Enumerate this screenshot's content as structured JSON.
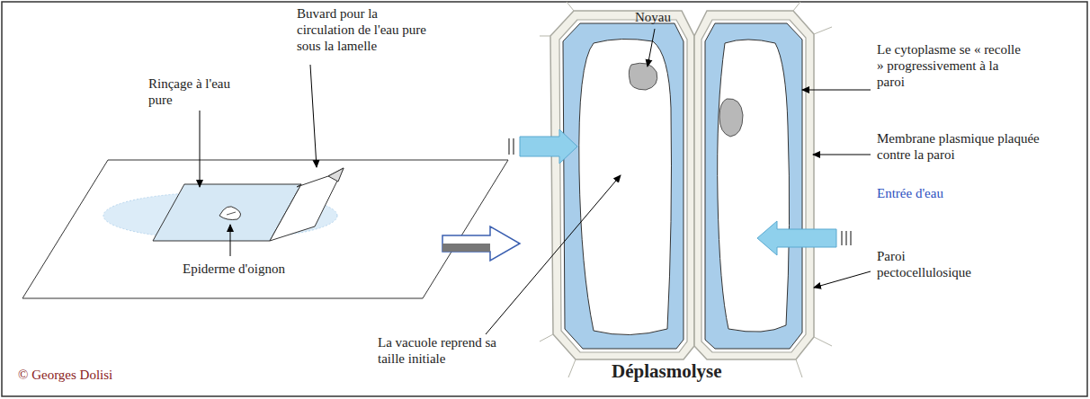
{
  "diagram": {
    "caption": "Déplasmolyse",
    "labels": [
      "Buvard pour la circulation de l'eau pure sous la lamelle",
      "Rinçage à l'eau pure",
      "Epiderme d'oignon",
      "Noyau",
      "Le cytoplasme se « recolle » progressivement à la paroi",
      "Membrane plasmique plaquée contre la paroi",
      "Entrée d'eau",
      "La vacuole reprend sa taille initiale",
      "Paroi pectocellulosique",
      "© Georges Dolisi"
    ]
  }
}
